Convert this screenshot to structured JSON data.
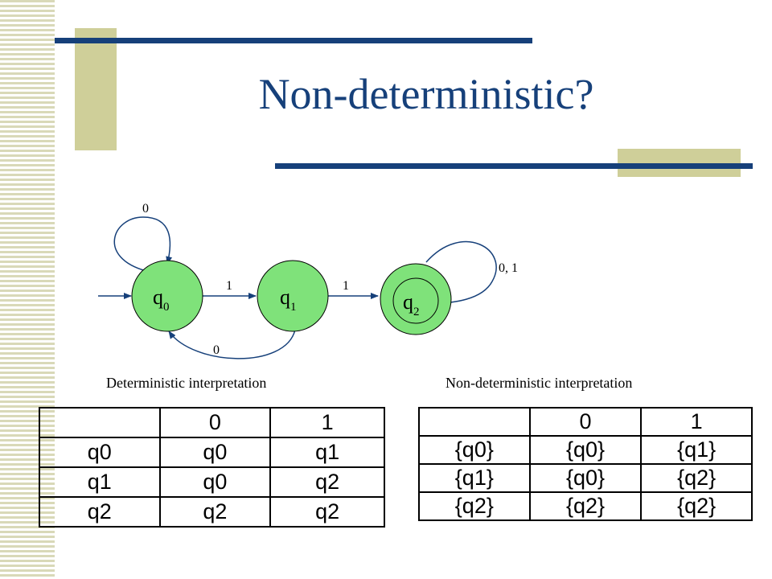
{
  "slide": {
    "title": "Non-deterministic?"
  },
  "diagram": {
    "states": [
      {
        "id": "q0",
        "name": "q",
        "sub": "0",
        "accepting": false,
        "start": true
      },
      {
        "id": "q1",
        "name": "q",
        "sub": "1",
        "accepting": false,
        "start": false
      },
      {
        "id": "q2",
        "name": "q",
        "sub": "2",
        "accepting": true,
        "start": false
      }
    ],
    "transitions": {
      "q0_self": "0",
      "q0_to_q1": "1",
      "q1_to_q2": "1",
      "q1_to_q0": "0",
      "q2_self": "0, 1"
    },
    "colors": {
      "state_fill": "#7fe27a",
      "edge": "#16407a",
      "title": "#16407a",
      "accent": "#cfcf99"
    }
  },
  "captions": {
    "deterministic": "Deterministic interpretation",
    "nondeterministic": "Non-deterministic interpretation"
  },
  "tables": {
    "deterministic": {
      "header": [
        "",
        "0",
        "1"
      ],
      "rows": [
        [
          "q0",
          "q0",
          "q1"
        ],
        [
          "q1",
          "q0",
          "q2"
        ],
        [
          "q2",
          "q2",
          "q2"
        ]
      ]
    },
    "nondeterministic": {
      "header": [
        "",
        "0",
        "1"
      ],
      "rows": [
        [
          "{q0}",
          "{q0}",
          "{q1}"
        ],
        [
          "{q1}",
          "{q0}",
          "{q2}"
        ],
        [
          "{q2}",
          "{q2}",
          "{q2}"
        ]
      ]
    }
  }
}
